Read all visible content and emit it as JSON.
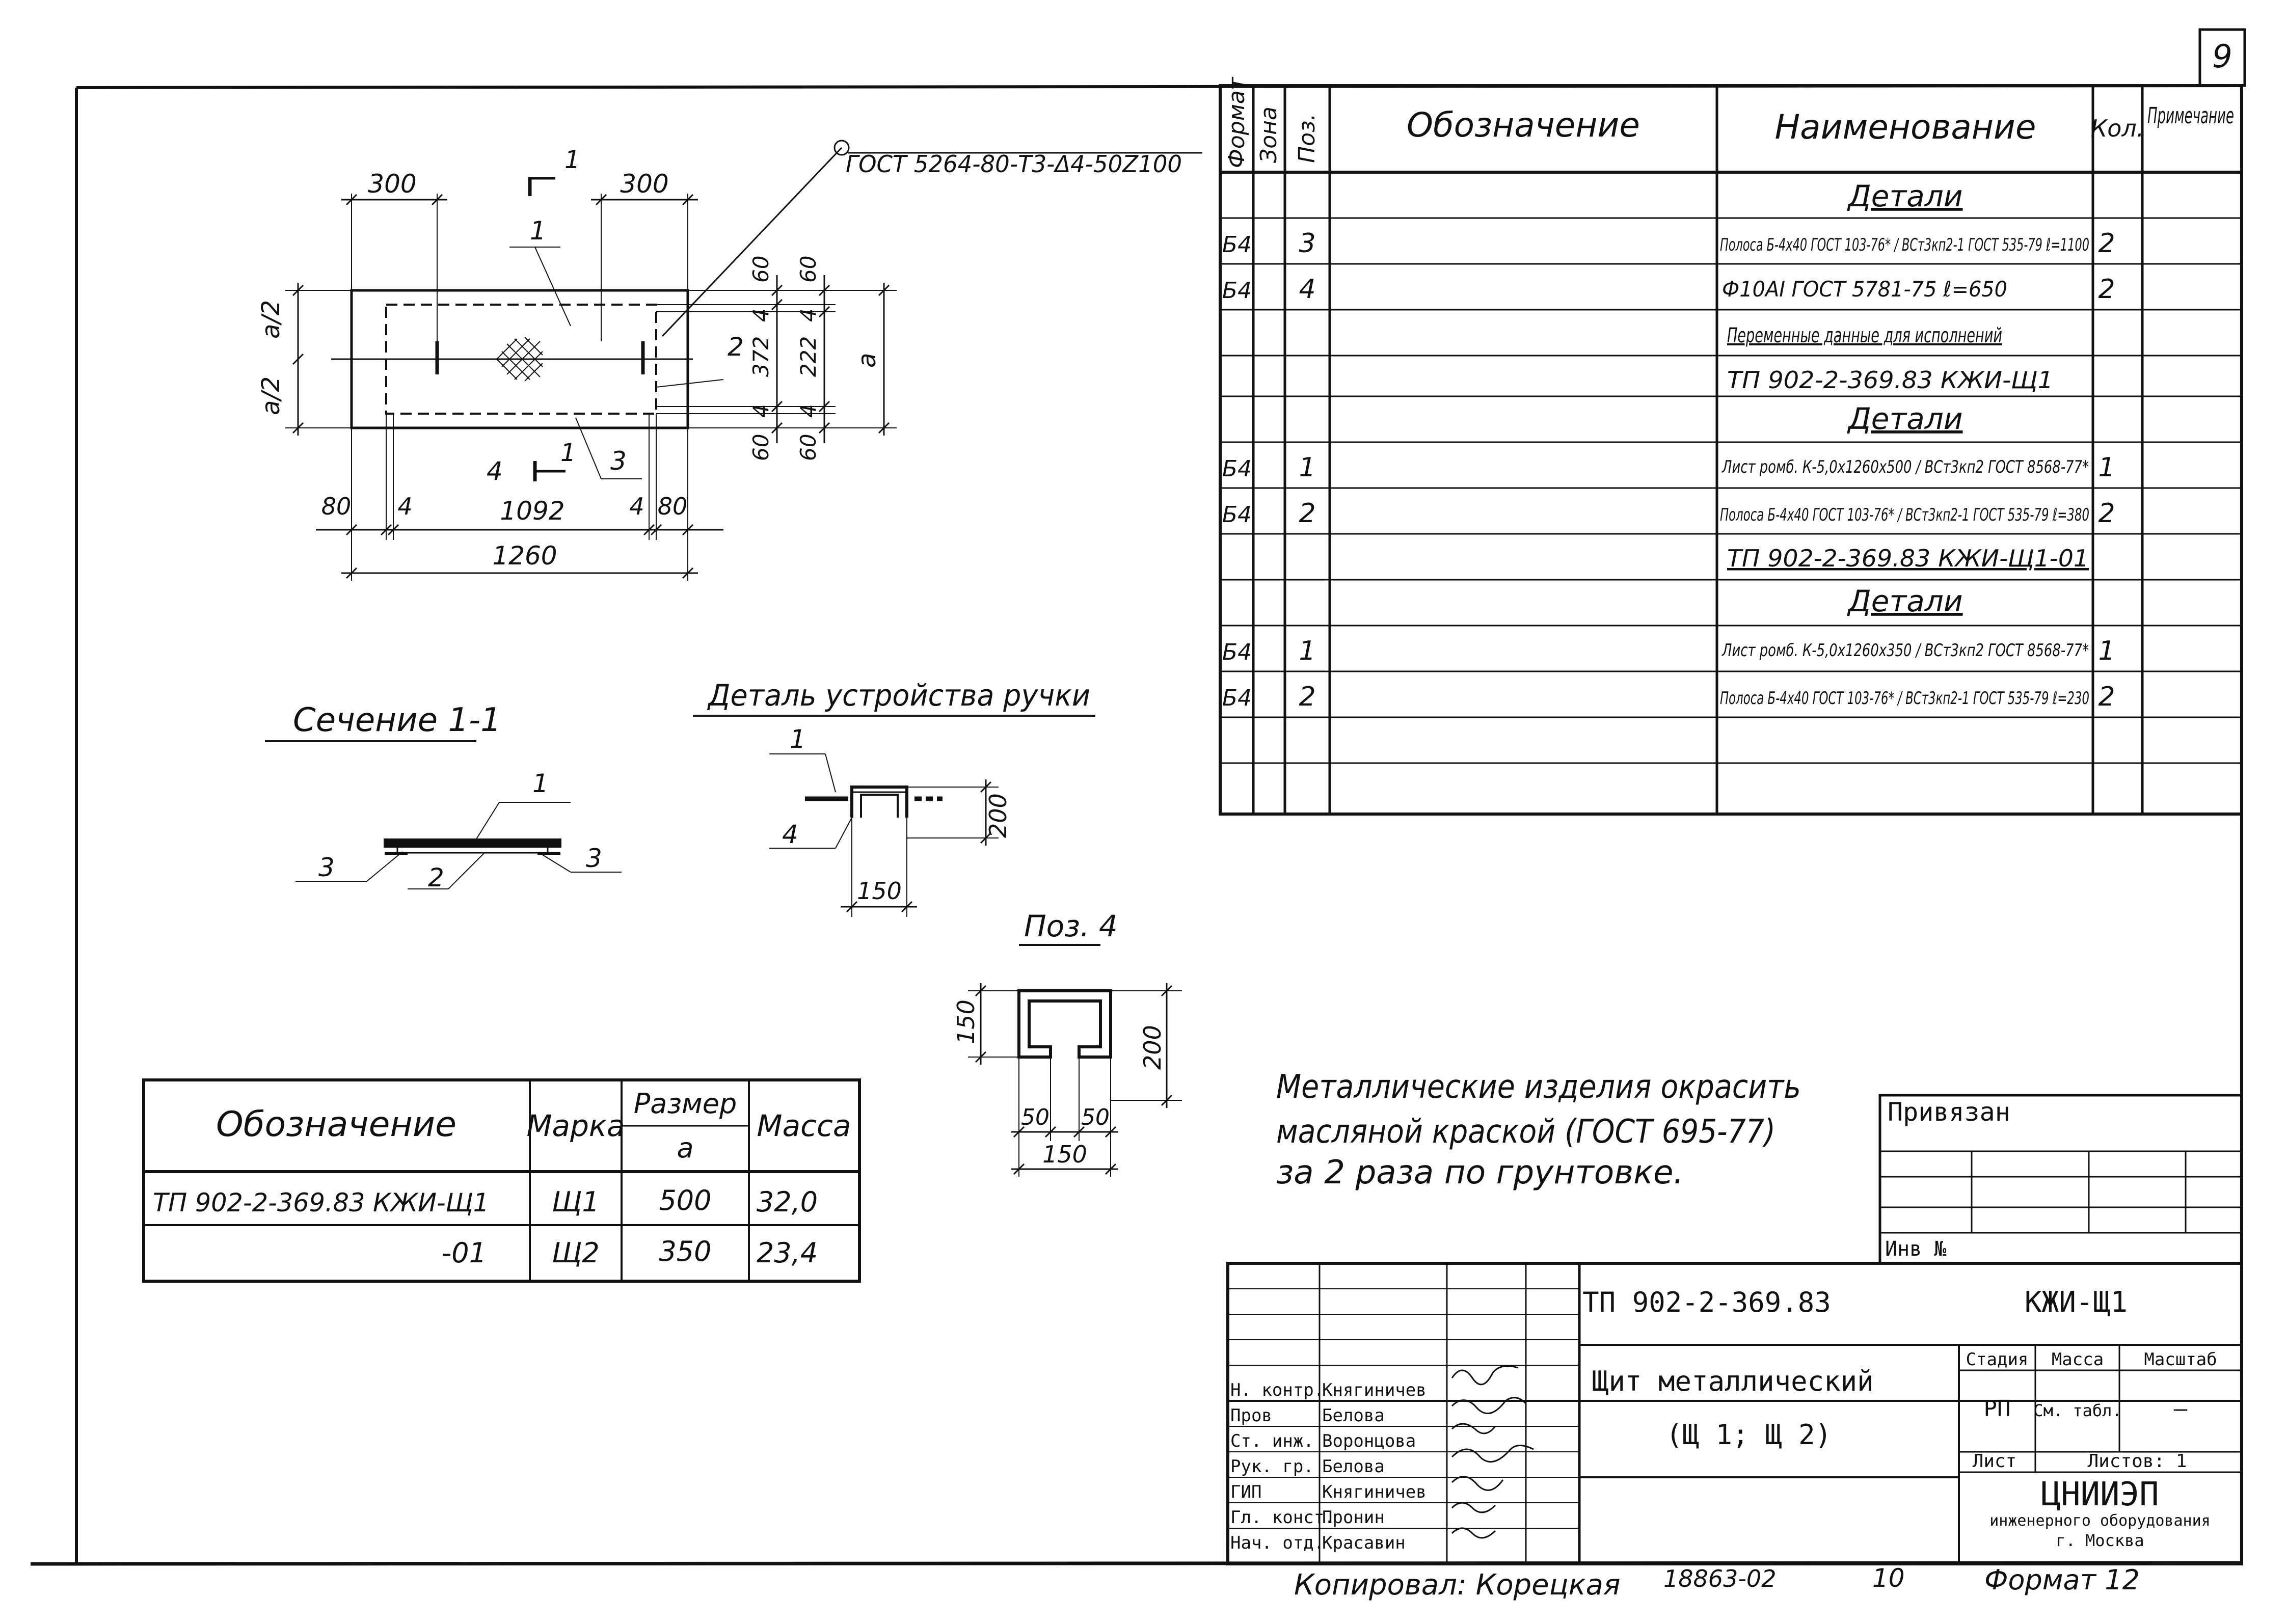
{
  "sheet": {
    "page_number": "9",
    "format_label": "Формат 12",
    "copied_by": "Копировал: Корецкая",
    "archive_number": "18863-02",
    "copy_number": "10"
  },
  "plan": {
    "gost_callout": "ГОСТ 5264-80-Т3-Δ4-50Z100",
    "dims": {
      "left_top": "300",
      "right_top": "300",
      "overall_width": "1260",
      "inner_width": "1092",
      "edge_left": "80",
      "edge_right": "80",
      "weld_left": "4",
      "weld_right": "4",
      "half_a_top": "a/2",
      "half_a_bottom": "a/2",
      "v60_top_inner": "60",
      "v60_top_outer": "60",
      "v4_inner": "4",
      "v4_outer": "4",
      "v372": "372",
      "v222": "222",
      "v4_lower_inner": "4",
      "v4_lower_outer": "4",
      "v60_bottom_inner": "60",
      "v60_bottom_outer": "60",
      "a_total": "a"
    },
    "callouts": {
      "c1": "1",
      "c2": "2",
      "c3": "3",
      "c4": "4",
      "section_mark_top": "1",
      "section_mark_bottom": "1"
    }
  },
  "section": {
    "title": "Сечение 1-1",
    "labels": {
      "l1": "1",
      "l2": "2",
      "l3a": "3",
      "l3b": "3"
    }
  },
  "handle": {
    "title": "Деталь устройства ручки",
    "labels": {
      "l1": "1",
      "l4": "4"
    },
    "dims": {
      "height": "200",
      "width": "150"
    }
  },
  "pos4": {
    "title": "Поз. 4",
    "dims": {
      "h150": "150",
      "h200": "200",
      "w50a": "50",
      "w50b": "50",
      "w150": "150"
    }
  },
  "mass_table": {
    "headers": {
      "designation": "Обозначение",
      "mark": "Марка",
      "size": "Размер",
      "size_sub": "a",
      "mass": "Масса"
    },
    "rows": [
      {
        "designation": "ТП 902-2-369.83  КЖИ-Щ1",
        "mark": "Щ1",
        "size": "500",
        "mass": "32,0"
      },
      {
        "designation": "-01",
        "mark": "Щ2",
        "size": "350",
        "mass": "23,4"
      }
    ]
  },
  "note": {
    "line1": "Металлические изделия окрасить",
    "line2": "масляной краской (ГОСТ 695-77)",
    "line3": "за 2 раза по грунтовке."
  },
  "spec_table": {
    "headers": {
      "format": "Формат",
      "zone": "Зона",
      "pos": "Поз.",
      "designation": "Обозначение",
      "name": "Наименование",
      "qty": "Кол.",
      "note": "Примечание"
    },
    "rows": [
      {
        "kind": "heading",
        "name": "Детали"
      },
      {
        "kind": "item",
        "format": "Б4",
        "pos": "3",
        "name": "Полоса Б-4х40 ГОСТ 103-76* / ВСт3кп2-1 ГОСТ 535-79 ℓ=1100",
        "qty": "2"
      },
      {
        "kind": "item",
        "format": "Б4",
        "pos": "4",
        "name": "Ф10АI ГОСТ 5781-75 ℓ=650",
        "qty": "2"
      },
      {
        "kind": "heading",
        "name": "Переменные данные для исполнений"
      },
      {
        "kind": "ref",
        "name": "ТП 902-2-369.83   КЖИ-Щ1"
      },
      {
        "kind": "heading",
        "name": "Детали"
      },
      {
        "kind": "item",
        "format": "Б4",
        "pos": "1",
        "name": "Лист ромб. К-5,0х1260х500 / ВСт3кп2 ГОСТ 8568-77*",
        "qty": "1"
      },
      {
        "kind": "item",
        "format": "Б4",
        "pos": "2",
        "name": "Полоса Б-4х40 ГОСТ 103-76* / ВСт3кп2-1 ГОСТ 535-79 ℓ=380",
        "qty": "2"
      },
      {
        "kind": "ref",
        "name": "ТП 902-2-369.83  КЖИ-Щ1-01"
      },
      {
        "kind": "heading",
        "name": "Детали"
      },
      {
        "kind": "item",
        "format": "Б4",
        "pos": "1",
        "name": "Лист ромб. К-5,0х1260х350 / ВСт3кп2 ГОСТ 8568-77*",
        "qty": "1"
      },
      {
        "kind": "item",
        "format": "Б4",
        "pos": "2",
        "name": "Полоса Б-4х40 ГОСТ 103-76* / ВСт3кп2-1 ГОСТ 535-79 ℓ=230",
        "qty": "2"
      }
    ]
  },
  "privyazan": {
    "title": "Привязан",
    "inv": "Инв №"
  },
  "title_block": {
    "code": "ТП 902-2-369.83",
    "code_suffix": "КЖИ-Щ1",
    "name_line1": "Щит металлический",
    "name_line2": "(Щ 1; Щ 2)",
    "stage_label": "Стадия",
    "mass_label": "Масса",
    "scale_label": "Масштаб",
    "stage_value": "РП",
    "mass_value": "См. табл.",
    "scale_value": "—",
    "sheet_label": "Лист",
    "sheets_label": "Листов: 1",
    "org_line1": "ЦНИИЭП",
    "org_line2": "инженерного оборудования",
    "org_line3": "г. Москва",
    "signers": [
      {
        "role": "Н. контр.",
        "name": "Княгиничев"
      },
      {
        "role": "Пров",
        "name": "Белова"
      },
      {
        "role": "Ст. инж.",
        "name": "Воронцова"
      },
      {
        "role": "Рук. гр.",
        "name": "Белова"
      },
      {
        "role": "ГИП",
        "name": "Княгиничев"
      },
      {
        "role": "Гл. конст.",
        "name": "Пронин"
      },
      {
        "role": "Нач. отд.",
        "name": "Красавин"
      }
    ]
  }
}
